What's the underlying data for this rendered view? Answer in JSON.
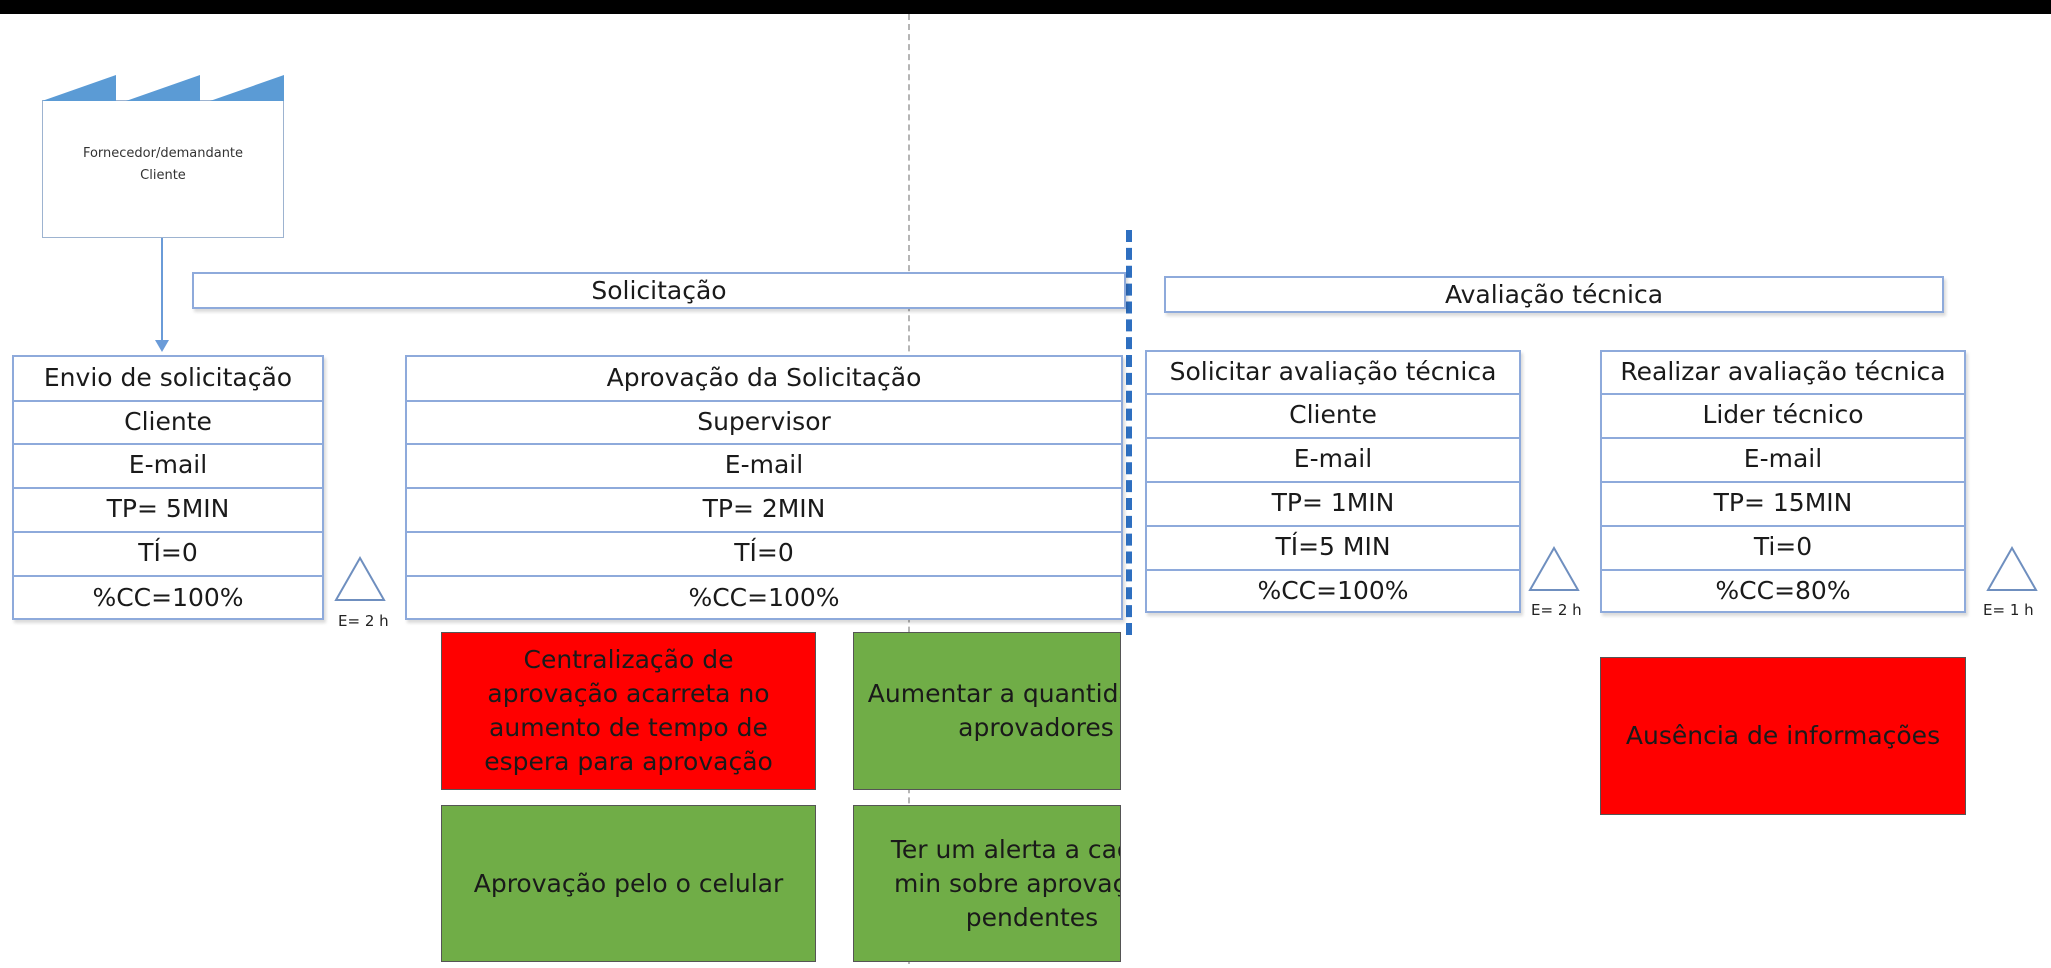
{
  "supplier": {
    "line1": "Fornecedor/demandante",
    "line2": "Cliente"
  },
  "sections": {
    "solicitacao": "Solicitação",
    "avaliacao": "Avaliação técnica"
  },
  "process_boxes": [
    {
      "title": "Envio de solicitação",
      "responsible": "Cliente",
      "channel": "E-mail",
      "tp": "TP= 5MIN",
      "ti": "TÍ=0",
      "cc": "%CC=100%"
    },
    {
      "title": "Aprovação  da Solicitação",
      "responsible": "Supervisor",
      "channel": "E-mail",
      "tp": "TP= 2MIN",
      "ti": "TÍ=0",
      "cc": "%CC=100%"
    },
    {
      "title": "Solicitar avaliação técnica",
      "responsible": "Cliente",
      "channel": "E-mail",
      "tp": "TP= 1MIN",
      "ti": "TÍ=5 MIN",
      "cc": "%CC=100%"
    },
    {
      "title": "Realizar avaliação técnica",
      "responsible": "Lider técnico",
      "channel": "E-mail",
      "tp": "TP= 15MIN",
      "ti": "Ti=0",
      "cc": "%CC=80%"
    }
  ],
  "inventory": [
    {
      "label": "E= 2 h"
    },
    {
      "label": "E= 2 h"
    },
    {
      "label": "E= 1 h"
    }
  ],
  "notes": [
    {
      "text": "Centralização de aprovação acarreta no aumento de tempo de espera para  aprovação",
      "color": "#ff0000"
    },
    {
      "text": "Aumentar a quantidade de aprovadores",
      "color": "#70ad47"
    },
    {
      "text": "Aprovação pelo o celular",
      "color": "#70ad47"
    },
    {
      "text": "Ter um alerta a cada X min sobre aprovações pendentes",
      "color": "#70ad47"
    },
    {
      "text": "Ausência de informações",
      "color": "#ff0000"
    }
  ]
}
